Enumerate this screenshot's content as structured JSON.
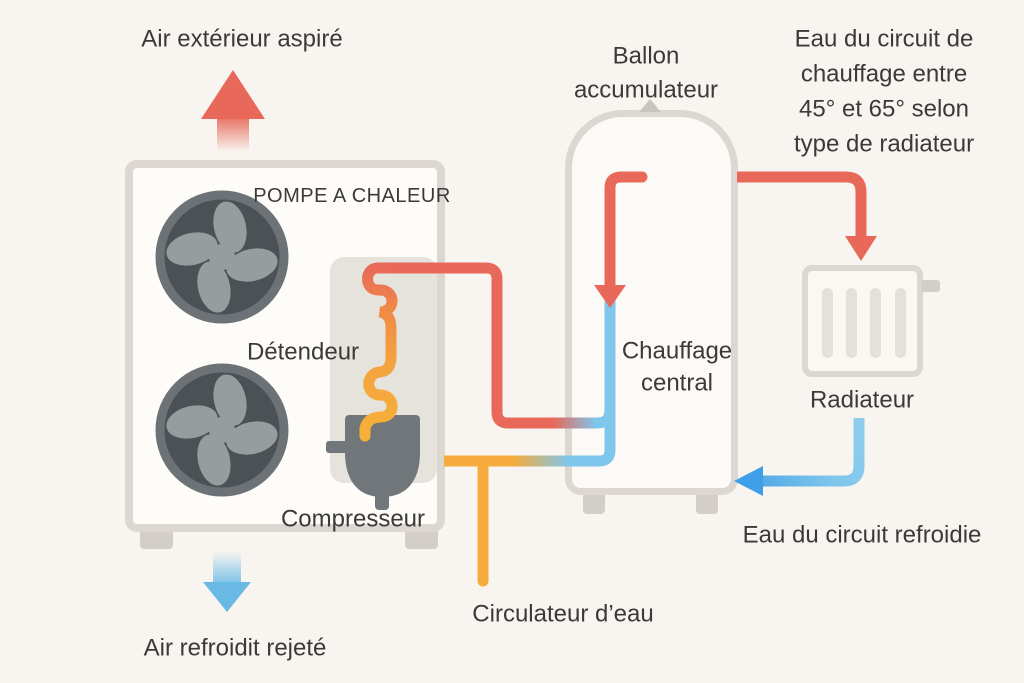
{
  "diagram": {
    "labels": {
      "air_intake": "Air extérieur aspiré",
      "heat_pump_title": "POMPE A CHALEUR",
      "expansion_valve": "Détendeur",
      "compressor": "Compresseur",
      "air_exhaust": "Air refroidit rejeté",
      "tank_line1": "Ballon",
      "tank_line2": "accumulateur",
      "central_heating_line1": "Chauffage",
      "central_heating_line2": "central",
      "hot_water_line1": "Eau du circuit de",
      "hot_water_line2": "chauffage entre",
      "hot_water_line3": "45° et 65° selon",
      "hot_water_line4": "type de radiateur",
      "radiator": "Radiateur",
      "cooled_water": "Eau du circuit refroidie",
      "water_circulator": "Circulateur d’eau"
    },
    "colors": {
      "background": "#f8f5f0",
      "text": "#3b3a39",
      "hot_pipe_red": "#e8695a",
      "coil_orange": "#ef8a46",
      "coil_yellow": "#f6b13a",
      "circulator_orange": "#f5ab3d",
      "cold_pipe_light_blue": "#7ec6ec",
      "cold_arrow_blue": "#3f9fe8",
      "exhaust_arrow_blue": "#68b9e4",
      "casing_stroke": "#dcd8d1",
      "casing_fill": "#fdfcf8",
      "inner_panel_gray": "#e6e3dc",
      "metal_gray": "#71767a",
      "fan_disc_gray": "#4c5156",
      "fan_blade_gray": "#979d9f",
      "foot_gray": "#d3cfc8"
    }
  }
}
